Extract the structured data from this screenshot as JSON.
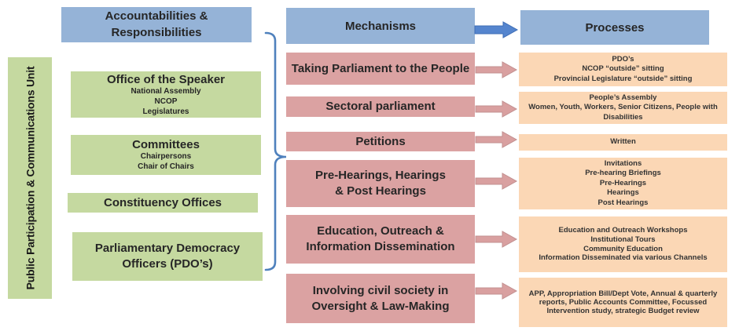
{
  "unit": {
    "label": "Public Participation & Communications Unit"
  },
  "headers": {
    "accountabilities": "Accountabilities & Responsibilities",
    "mechanisms": "Mechanisms",
    "processes": "Processes"
  },
  "accountabilities": {
    "items": [
      {
        "title": "Office of the Speaker",
        "lines": [
          "National Assembly",
          "NCOP",
          "Legislatures"
        ]
      },
      {
        "title": "Committees",
        "lines": [
          "Chairpersons",
          "Chair of Chairs"
        ]
      },
      {
        "title": "Constituency Offices",
        "lines": []
      },
      {
        "title": "Parliamentary Democracy Officers (PDO’s)",
        "lines": []
      }
    ]
  },
  "mechanisms": {
    "items": [
      {
        "label": "Taking Parliament to the People"
      },
      {
        "label": "Sectoral parliament"
      },
      {
        "label": "Petitions"
      },
      {
        "label": "Pre-Hearings, Hearings & Post Hearings"
      },
      {
        "label": "Education, Outreach & Information Dissemination"
      },
      {
        "label": "Involving civil society in Oversight & Law-Making"
      }
    ]
  },
  "processes": {
    "items": [
      {
        "lines": [
          "PDO’s",
          "NCOP “outside” sitting",
          "Provincial Legislature “outside” sitting"
        ]
      },
      {
        "lines": [
          "People’s Assembly",
          "Women, Youth, Workers, Senior Citizens, People with Disabilities"
        ]
      },
      {
        "lines": [
          "Written"
        ]
      },
      {
        "lines": [
          "Invitations",
          "Pre-hearing Briefings",
          "Pre-Hearings",
          "Hearings",
          "Post Hearings"
        ]
      },
      {
        "lines": [
          "Education and Outreach Workshops",
          "Institutional Tours",
          "Community Education",
          "Information Disseminated via various Channels"
        ]
      },
      {
        "lines": [
          "APP, Appropriation Bill/Dept Vote, Annual & quarterly reports, Public Accounts Committee, Focussed Intervention study, strategic Budget review"
        ]
      }
    ]
  },
  "colors": {
    "header_blue": "#95B3D7",
    "green": "#C5D9A0",
    "pink": "#DBA2A2",
    "orange": "#FBD7B5",
    "arrow_blue": "#5585CE",
    "arrow_pink": "#D9A0A0",
    "brace_blue": "#4F81BD"
  }
}
